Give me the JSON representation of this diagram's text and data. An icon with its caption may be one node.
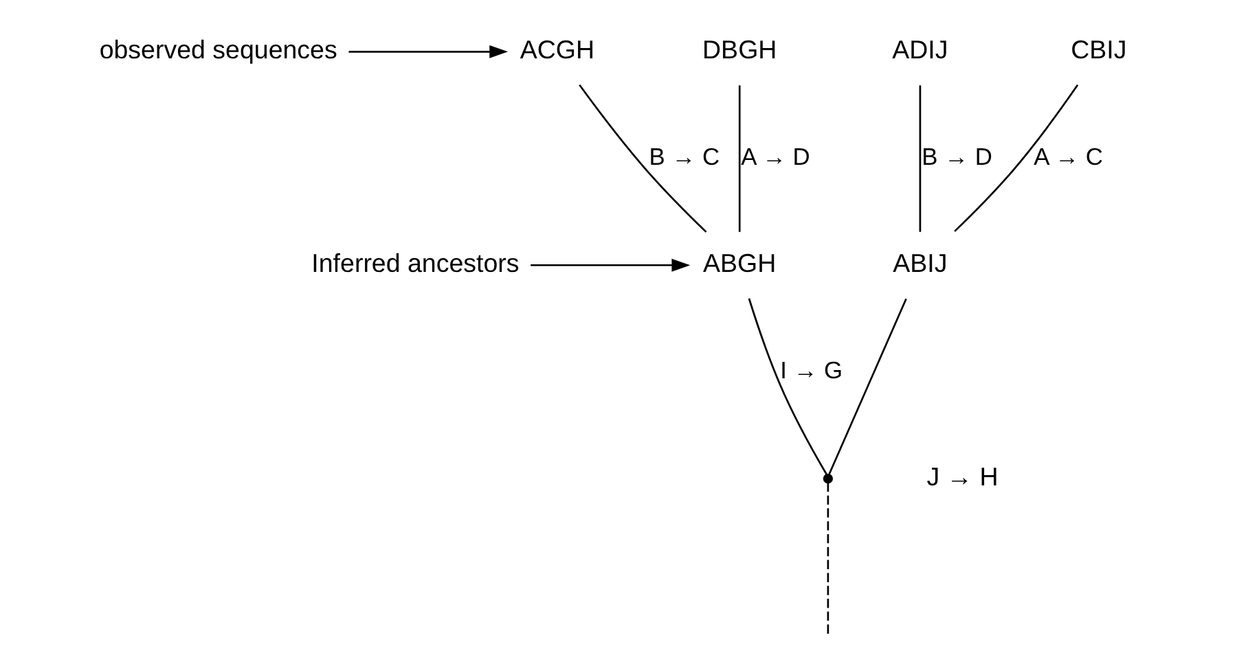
{
  "diagram": {
    "nodes": [
      {
        "text": [
          "observed sequences"
        ]
      },
      {
        "text": [
          "ACGH"
        ]
      },
      {
        "text": [
          "DBGH"
        ]
      },
      {
        "text": [
          "ADIJ"
        ]
      },
      {
        "text": [
          "CBIJ"
        ]
      },
      {
        "text": [
          "Inferred ancestors"
        ]
      },
      {
        "text": [
          "ABGH"
        ]
      },
      {
        "text": [
          "ABIJ"
        ]
      },
      {
        "text": [],
        "shape": "point"
      }
    ],
    "edges": [
      {
        "from": 0,
        "to": 1,
        "arrow": "to"
      },
      {
        "from": 1,
        "to": 6,
        "arrow": "none",
        "label": "B → C"
      },
      {
        "from": 2,
        "to": 6,
        "arrow": "none",
        "label": "A → D"
      },
      {
        "from": 3,
        "to": 7,
        "arrow": "none",
        "label": "B → D"
      },
      {
        "from": 4,
        "to": 7,
        "arrow": "none",
        "label": "A → C"
      },
      {
        "from": 6,
        "to": 8,
        "arrow": "none",
        "label": "I → G"
      },
      {
        "from": 7,
        "to": 8,
        "arrow": "none"
      },
      {
        "from": 5,
        "to": 6,
        "arrow": "to"
      },
      {
        "from": 8,
        "to": null,
        "arrow": "none",
        "style": "dashed"
      }
    ],
    "labels": [
      "J → H"
    ]
  }
}
